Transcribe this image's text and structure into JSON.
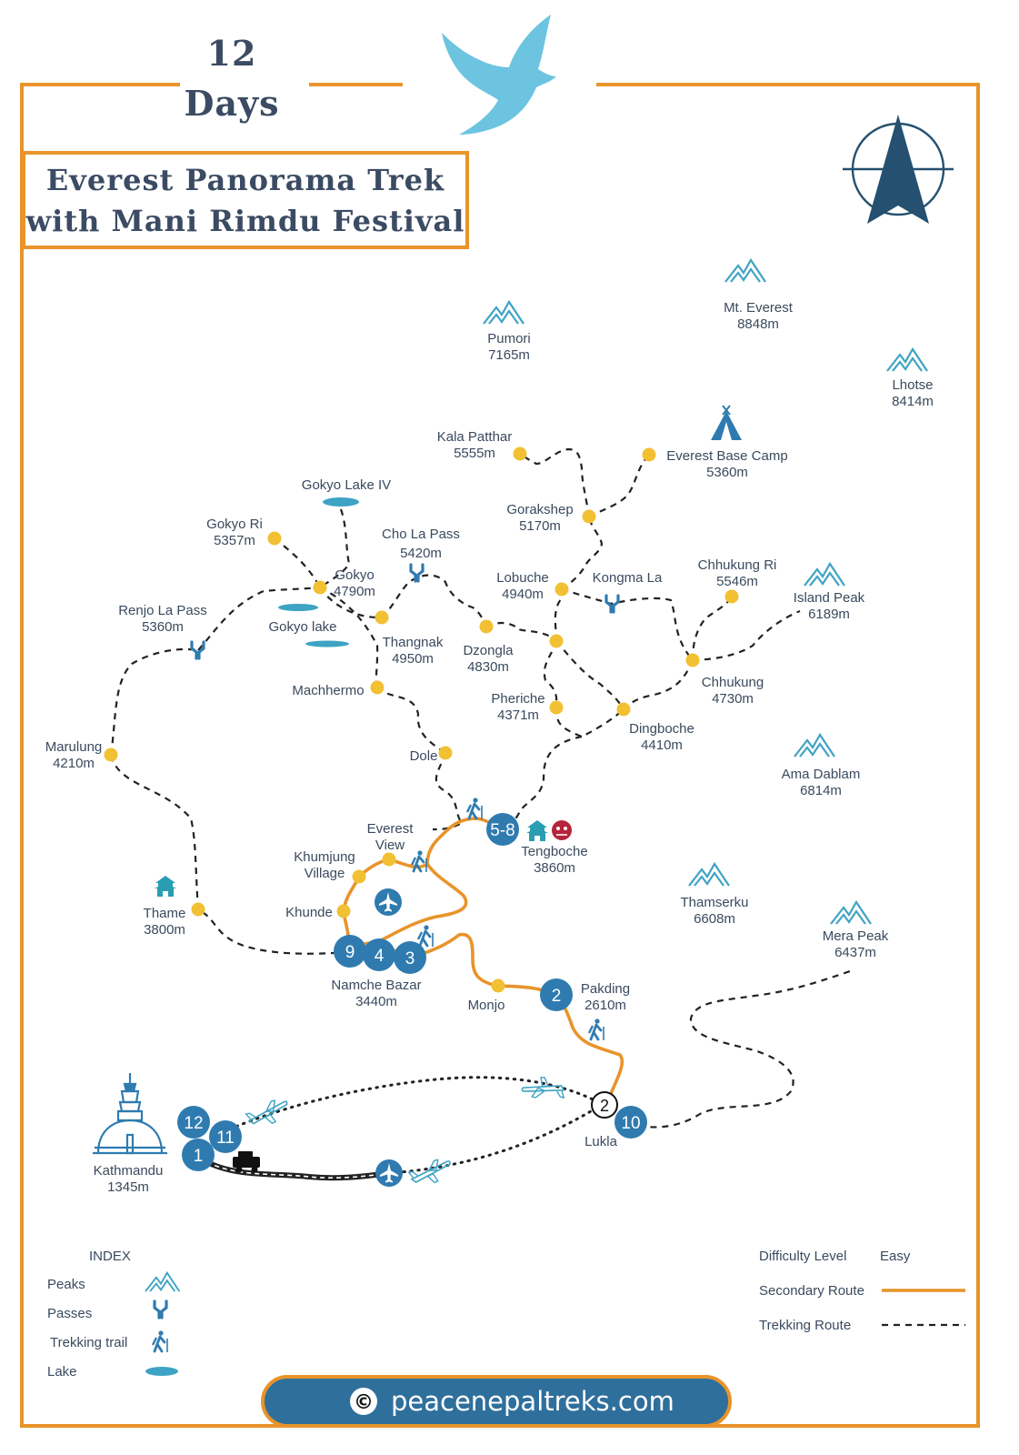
{
  "header": {
    "days_number": "12",
    "days_word": "Days",
    "title_line1": "Everest Panorama Trek",
    "title_line2": "with Mani Rimdu Festival"
  },
  "colors": {
    "frame": "#e8942a",
    "secondary_route": "#e8942a",
    "trekking_route": "#222222",
    "stop_fill": "#2f7bb0",
    "waypoint": "#f2c033",
    "peak_icon": "#3ea3c4",
    "bird": "#6cc4e0",
    "compass": "#25506f",
    "footer_fill": "#2f6f9c"
  },
  "peaks": [
    {
      "name": "Mt. Everest",
      "alt": "8848m"
    },
    {
      "name": "Pumori",
      "alt": "7165m"
    },
    {
      "name": "Lhotse",
      "alt": "8414m"
    },
    {
      "name": "Island Peak",
      "alt": "6189m"
    },
    {
      "name": "Ama Dablam",
      "alt": "6814m"
    },
    {
      "name": "Thamserku",
      "alt": "6608m"
    },
    {
      "name": "Mera Peak",
      "alt": "6437m"
    }
  ],
  "places": {
    "kala_patthar": {
      "name": "Kala Patthar",
      "alt": "5555m"
    },
    "ebc": {
      "name": "Everest Base Camp",
      "alt": "5360m"
    },
    "gorakshep": {
      "name": "Gorakshep",
      "alt": "5170m"
    },
    "gokyo_lake_iv": {
      "name": "Gokyo Lake IV"
    },
    "gokyo_ri": {
      "name": "Gokyo Ri",
      "alt": "5357m"
    },
    "cho_la": {
      "name": "Cho La Pass",
      "alt": "5420m"
    },
    "gokyo": {
      "name": "Gokyo",
      "alt": "4790m"
    },
    "gokyo_lake": {
      "name": "Gokyo lake"
    },
    "lobuche": {
      "name": "Lobuche",
      "alt": "4940m"
    },
    "kongma_la": {
      "name": "Kongma La"
    },
    "chhukung_ri": {
      "name": "Chhukung Ri",
      "alt": "5546m"
    },
    "renjo_la": {
      "name": "Renjo La Pass",
      "alt": "5360m"
    },
    "thangnak": {
      "name": "Thangnak",
      "alt": "4950m"
    },
    "dzongla": {
      "name": "Dzongla",
      "alt": "4830m"
    },
    "chhukung": {
      "name": "Chhukung",
      "alt": "4730m"
    },
    "machhermo": {
      "name": "Machhermo"
    },
    "pheriche": {
      "name": "Pheriche",
      "alt": "4371m"
    },
    "dingboche": {
      "name": "Dingboche",
      "alt": "4410m"
    },
    "marulung": {
      "name": "Marulung",
      "alt": "4210m"
    },
    "dole": {
      "name": "Dole"
    },
    "everest_view": {
      "name": "Everest",
      "name2": "View"
    },
    "tengboche": {
      "name": "Tengboche",
      "alt": "3860m"
    },
    "khumjung": {
      "name": "Khumjung",
      "name2": "Village"
    },
    "khunde": {
      "name": "Khunde"
    },
    "thame": {
      "name": "Thame",
      "alt": "3800m"
    },
    "namche": {
      "name": "Namche Bazar",
      "alt": "3440m"
    },
    "monjo": {
      "name": "Monjo"
    },
    "pakding": {
      "name": "Pakding",
      "alt": "2610m"
    },
    "lukla": {
      "name": "Lukla"
    },
    "kathmandu": {
      "name": "Kathmandu",
      "alt": "1345m"
    }
  },
  "stops": {
    "s1": "1",
    "s2": "2",
    "s3": "3",
    "s4": "4",
    "s9": "9",
    "s58": "5-8",
    "s10": "10",
    "s11": "11",
    "s12": "12",
    "lukla_marker": "2"
  },
  "index": {
    "title": "INDEX",
    "items": [
      "Peaks",
      "Passes",
      "Trekking trail",
      "Lake"
    ]
  },
  "legend": {
    "difficulty_label": "Difficulty Level",
    "difficulty_value": "Easy",
    "secondary_route": "Secondary Route",
    "trekking_route": "Trekking Route"
  },
  "footer": {
    "copyright_symbol": "©",
    "website": "peacenepaltreks.com"
  }
}
